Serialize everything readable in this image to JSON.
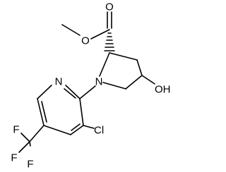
{
  "molecule": {
    "atoms": {
      "ester_o_single": "O",
      "carbonyl_o": "O",
      "pyridine_n": "N",
      "pyrrolidine_n": "N",
      "hydroxyl": "OH",
      "chlorine": "Cl",
      "fluorine_top": "F",
      "fluorine_left": "F",
      "fluorine_bottom": "F"
    }
  }
}
